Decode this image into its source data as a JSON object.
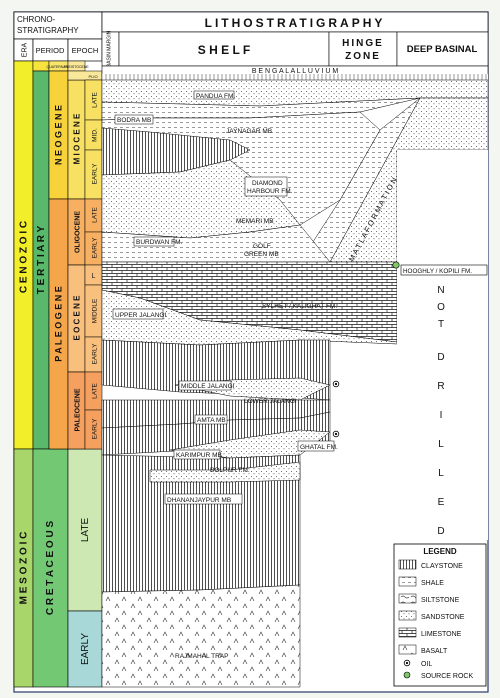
{
  "header": {
    "chrono_title": "CHRONO-",
    "chrono_title2": "STRATIGRAPHY",
    "litho_title": "LITHOSTRATIGRAPHY",
    "col_era": "ERA",
    "col_period": "PERIOD",
    "col_epoch": "EPOCH",
    "col_basin_margin": "BASIN MARGIN",
    "shelf": "S H E L F",
    "hinge": "HINGE",
    "hinge2": "ZONE",
    "deep": "DEEP BASINAL"
  },
  "eras": [
    {
      "name": "C E N O Z O I C",
      "color": "#f2ee2a"
    },
    {
      "name": "M E S O Z O I C",
      "color": "#a8d66a"
    }
  ],
  "periods": [
    {
      "name": "Q",
      "color": "#f6e33e"
    },
    {
      "name": "T E R T I A R Y",
      "color": "#59b86a"
    },
    {
      "name": "C R E T A C E O U S",
      "color": "#73c874"
    }
  ],
  "subperiods": [
    {
      "name": "QUATERNARY",
      "color": "#f9e56b"
    },
    {
      "name": "N E O G E N E",
      "color": "#f8d23a"
    },
    {
      "name": "P A L E O G E N E",
      "color": "#f6a64a"
    },
    {
      "name": "LATE",
      "color": "#cde8b3"
    },
    {
      "name": "EARLY",
      "color": "#a8d8d8"
    }
  ],
  "epochs": [
    {
      "name": "PLEISTOCENE",
      "color": "#f9e79a"
    },
    {
      "name": "M I O C E N E",
      "color": "#f8e063"
    },
    {
      "name": "OLIGOCENE",
      "color": "#f7b062"
    },
    {
      "name": "E O C E N E",
      "color": "#f9c07d"
    },
    {
      "name": "PALEOCENE",
      "color": "#f5a05e"
    }
  ],
  "ages": [
    "PLIO",
    "LATE",
    "MID.",
    "EARLY",
    "LATE",
    "EARLY",
    "L",
    "MIDDLE",
    "EARLY",
    "LATE",
    "EARLY"
  ],
  "formations": {
    "bengal": "B E N G A L   A L L U V I U M",
    "bodra": "BODRA MB",
    "pandua": "PANDUA FM.",
    "jaynagar": "JAYNAGAR MB",
    "matla": "M A T L A  F O R M A T I O N",
    "diamond1": "DIAMOND",
    "diamond2": "HARBOUR FM.",
    "memari": "MEMARI MB",
    "burdwan": "BURDWAN FM.",
    "golf1": "GOLF",
    "golf2": "GREEN MB",
    "hooghly": "HOOGHLY / KOPILI FM.",
    "sylhet": "SYLHET / KALIGHAT FM.",
    "upper_jalangi": "UPPER JALANGI",
    "middle_jalangi": "MIDDLE JALANGI",
    "lower_jalangi": "LOWER JALANGI",
    "ampta": "AMTA MB",
    "karimpur": "KARIMPUR MB",
    "ghatal": "GHATAL FM.",
    "bolpur": "BOLPUR FM.",
    "dhananjaypur": "DHANANJAYPUR MB",
    "rajmahal": "RAJMAHAL TRAP"
  },
  "not_drilled": [
    "N",
    "O",
    "T",
    "D",
    "R",
    "I",
    "L",
    "L",
    "E",
    "D"
  ],
  "legend": {
    "title": "LEGEND",
    "items": [
      {
        "label": "CLAYSTONE",
        "pattern": "claystone"
      },
      {
        "label": "SHALE",
        "pattern": "shale"
      },
      {
        "label": "SILTSTONE",
        "pattern": "siltstone"
      },
      {
        "label": "SANDSTONE",
        "pattern": "sandstone"
      },
      {
        "label": "LIMESTONE",
        "pattern": "limestone"
      },
      {
        "label": "BASALT",
        "pattern": "basalt"
      },
      {
        "label": "OIL",
        "pattern": "oil"
      },
      {
        "label": "SOURCE ROCK",
        "pattern": "source"
      }
    ]
  }
}
